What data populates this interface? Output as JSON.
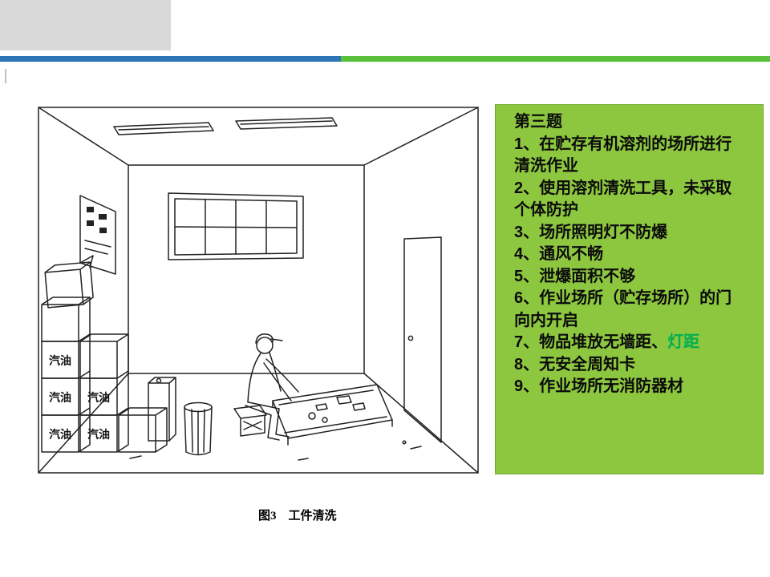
{
  "panel": {
    "title": "第三题",
    "lines": [
      {
        "text": "1、在贮存有机溶剂的场所进行清洗作业"
      },
      {
        "text": "2、使用溶剂清洗工具，未采取个体防护"
      },
      {
        "text": "3、场所照明灯不防爆"
      },
      {
        "text": "4、通风不畅"
      },
      {
        "text": "5、泄爆面积不够"
      },
      {
        "text": "6、作业场所（贮存场所）的门向内开启"
      },
      {
        "text": "7、物品堆放无墙距、",
        "highlight": "灯距"
      },
      {
        "text": "8、无安全周知卡"
      },
      {
        "text": "9、作业场所无消防器材"
      }
    ]
  },
  "illustration": {
    "box_label": "汽油",
    "caption": "图3　工件清洗"
  },
  "colors": {
    "panel_bg": "#8dc63f",
    "panel_border": "#6fa832",
    "highlight_green": "#00b050",
    "stripe_blue": "#2e75b6",
    "stripe_green": "#5abf3a",
    "top_gray": "#d9d9d9",
    "ink": "#222222"
  }
}
